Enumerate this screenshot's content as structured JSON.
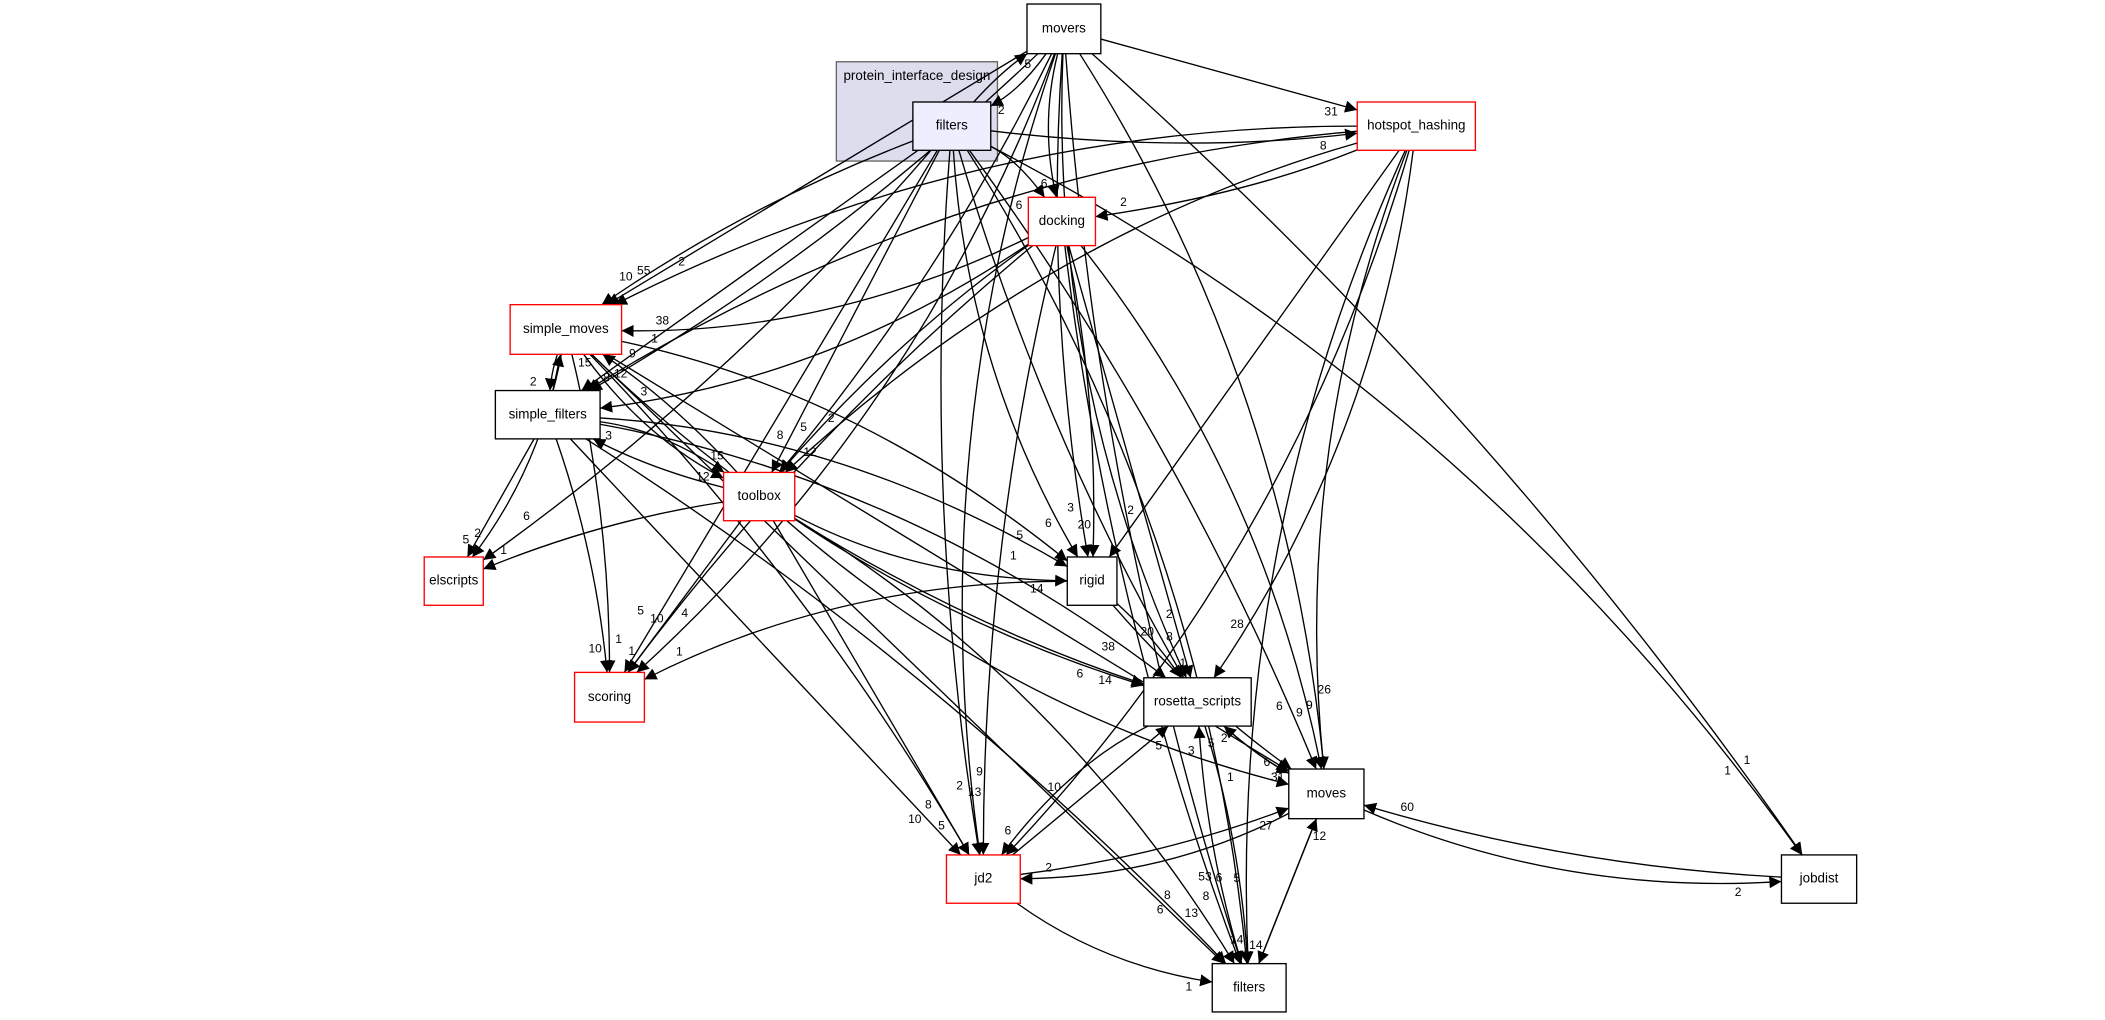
{
  "cluster": {
    "label": "protein_interface_design"
  },
  "colors": {
    "external_border": "#ff0000",
    "internal_border": "#000000",
    "cluster_fill": "#ddddee",
    "current_node_fill": "#eeeeff"
  },
  "nodes": [
    {
      "id": "movers",
      "label": "movers",
      "red": false
    },
    {
      "id": "pid_filters",
      "label": "filters",
      "red": false
    },
    {
      "id": "hotspot_hashing",
      "label": "hotspot_hashing",
      "red": true
    },
    {
      "id": "docking",
      "label": "docking",
      "red": true
    },
    {
      "id": "simple_moves",
      "label": "simple_moves",
      "red": true
    },
    {
      "id": "simple_filters",
      "label": "simple_filters",
      "red": false
    },
    {
      "id": "toolbox",
      "label": "toolbox",
      "red": true
    },
    {
      "id": "elscripts",
      "label": "elscripts",
      "red": true
    },
    {
      "id": "rigid",
      "label": "rigid",
      "red": false
    },
    {
      "id": "scoring",
      "label": "scoring",
      "red": true
    },
    {
      "id": "rosetta_scripts",
      "label": "rosetta_scripts",
      "red": false
    },
    {
      "id": "moves",
      "label": "moves",
      "red": false
    },
    {
      "id": "jd2",
      "label": "jd2",
      "red": true
    },
    {
      "id": "jobdist",
      "label": "jobdist",
      "red": false
    },
    {
      "id": "filters",
      "label": "filters",
      "red": false
    }
  ],
  "edges": [
    {
      "from": "movers",
      "to": "pid_filters",
      "label": "2"
    },
    {
      "from": "pid_filters",
      "to": "movers",
      "label": "5"
    },
    {
      "from": "movers",
      "to": "hotspot_hashing",
      "label": "31"
    },
    {
      "from": "pid_filters",
      "to": "hotspot_hashing",
      "label": "8"
    },
    {
      "from": "movers",
      "to": "docking",
      "label": "6"
    },
    {
      "from": "pid_filters",
      "to": "docking",
      "label": "6"
    },
    {
      "from": "hotspot_hashing",
      "to": "docking",
      "label": "2"
    },
    {
      "from": "movers",
      "to": "simple_moves",
      "label": "55"
    },
    {
      "from": "pid_filters",
      "to": "simple_moves",
      "label": "10"
    },
    {
      "from": "hotspot_hashing",
      "to": "simple_moves",
      "label": "2"
    },
    {
      "from": "docking",
      "to": "simple_moves",
      "label": "38"
    },
    {
      "from": "movers",
      "to": "simple_filters",
      "label": "9"
    },
    {
      "from": "pid_filters",
      "to": "simple_filters",
      "label": "12"
    },
    {
      "from": "simple_moves",
      "to": "simple_filters",
      "label": "2"
    },
    {
      "from": "hotspot_hashing",
      "to": "simple_filters",
      "label": "1"
    },
    {
      "from": "docking",
      "to": "simple_filters",
      "label": "3"
    },
    {
      "from": "toolbox",
      "to": "simple_filters",
      "label": "3"
    },
    {
      "from": "simple_filters",
      "to": "simple_moves",
      "label": "15"
    },
    {
      "from": "toolbox",
      "to": "simple_moves",
      "label": "8"
    },
    {
      "from": "simple_moves",
      "to": "toolbox",
      "label": "12"
    },
    {
      "from": "simple_filters",
      "to": "toolbox",
      "label": "15"
    },
    {
      "from": "movers",
      "to": "toolbox",
      "label": "5"
    },
    {
      "from": "pid_filters",
      "to": "toolbox",
      "label": "8"
    },
    {
      "from": "docking",
      "to": "toolbox",
      "label": "12"
    },
    {
      "from": "hotspot_hashing",
      "to": "toolbox",
      "label": "2"
    },
    {
      "from": "simple_moves",
      "to": "elscripts",
      "label": "2"
    },
    {
      "from": "pid_filters",
      "to": "elscripts",
      "label": "6"
    },
    {
      "from": "simple_filters",
      "to": "elscripts",
      "label": "5"
    },
    {
      "from": "toolbox",
      "to": "elscripts",
      "label": "1"
    },
    {
      "from": "pid_filters",
      "to": "rigid",
      "label": "6"
    },
    {
      "from": "simple_moves",
      "to": "rigid",
      "label": "5"
    },
    {
      "from": "docking",
      "to": "rigid",
      "label": "20"
    },
    {
      "from": "hotspot_hashing",
      "to": "rigid",
      "label": "2"
    },
    {
      "from": "movers",
      "to": "rigid",
      "label": "3"
    },
    {
      "from": "toolbox",
      "to": "rigid",
      "label": "14"
    },
    {
      "from": "simple_filters",
      "to": "rigid",
      "label": "1"
    },
    {
      "from": "simple_filters",
      "to": "scoring",
      "label": "10"
    },
    {
      "from": "toolbox",
      "to": "scoring",
      "label": "1"
    },
    {
      "from": "docking",
      "to": "scoring",
      "label": "10"
    },
    {
      "from": "rigid",
      "to": "scoring",
      "label": "1"
    },
    {
      "from": "movers",
      "to": "scoring",
      "label": "4"
    },
    {
      "from": "simple_moves",
      "to": "scoring",
      "label": "1"
    },
    {
      "from": "pid_filters",
      "to": "scoring",
      "label": "5"
    },
    {
      "from": "toolbox",
      "to": "rosetta_scripts",
      "label": "14"
    },
    {
      "from": "simple_moves",
      "to": "rosetta_scripts",
      "label": "6"
    },
    {
      "from": "simple_filters",
      "to": "rosetta_scripts",
      "label": "38"
    },
    {
      "from": "rigid",
      "to": "rosetta_scripts",
      "label": "1"
    },
    {
      "from": "docking",
      "to": "rosetta_scripts",
      "label": "8"
    },
    {
      "from": "pid_filters",
      "to": "rosetta_scripts",
      "label": "20"
    },
    {
      "from": "movers",
      "to": "rosetta_scripts",
      "label": "2"
    },
    {
      "from": "hotspot_hashing",
      "to": "rosetta_scripts",
      "label": "28"
    },
    {
      "from": "moves",
      "to": "rosetta_scripts",
      "label": "2"
    },
    {
      "from": "jd2",
      "to": "rosetta_scripts",
      "label": "5"
    },
    {
      "from": "rosetta_scripts",
      "to": "moves",
      "label": "31"
    },
    {
      "from": "toolbox",
      "to": "moves",
      "label": "1"
    },
    {
      "from": "docking",
      "to": "moves",
      "label": "9"
    },
    {
      "from": "pid_filters",
      "to": "moves",
      "label": "6"
    },
    {
      "from": "simple_moves",
      "to": "moves",
      "label": "5"
    },
    {
      "from": "rigid",
      "to": "moves",
      "label": "6"
    },
    {
      "from": "hotspot_hashing",
      "to": "moves",
      "label": "9"
    },
    {
      "from": "movers",
      "to": "moves",
      "label": "26"
    },
    {
      "from": "jobdist",
      "to": "moves",
      "label": "60"
    },
    {
      "from": "filters",
      "to": "moves",
      "label": "12"
    },
    {
      "from": "jd2",
      "to": "moves",
      "label": "27"
    },
    {
      "from": "moves",
      "to": "jobdist",
      "label": "2"
    },
    {
      "from": "pid_filters",
      "to": "jobdist",
      "label": "1"
    },
    {
      "from": "movers",
      "to": "jobdist",
      "label": "1"
    },
    {
      "from": "toolbox",
      "to": "jd2",
      "label": "5"
    },
    {
      "from": "docking",
      "to": "jd2",
      "label": "13"
    },
    {
      "from": "rosetta_scripts",
      "to": "jd2",
      "label": "6"
    },
    {
      "from": "hotspot_hashing",
      "to": "jd2",
      "label": "10"
    },
    {
      "from": "simple_moves",
      "to": "jd2",
      "label": "8"
    },
    {
      "from": "simple_filters",
      "to": "jd2",
      "label": "10"
    },
    {
      "from": "pid_filters",
      "to": "jd2",
      "label": "2"
    },
    {
      "from": "movers",
      "to": "jd2",
      "label": "9"
    },
    {
      "from": "moves",
      "to": "jd2",
      "label": "2"
    },
    {
      "from": "rosetta_scripts",
      "to": "filters",
      "label": "14"
    },
    {
      "from": "moves",
      "to": "filters",
      "label": "14"
    },
    {
      "from": "docking",
      "to": "filters",
      "label": "8"
    },
    {
      "from": "jd2",
      "to": "filters",
      "label": "1"
    },
    {
      "from": "toolbox",
      "to": "filters",
      "label": "13"
    },
    {
      "from": "simple_filters",
      "to": "filters",
      "label": "6"
    },
    {
      "from": "simple_moves",
      "to": "filters",
      "label": "8"
    },
    {
      "from": "movers",
      "to": "filters",
      "label": "53"
    },
    {
      "from": "hotspot_hashing",
      "to": "filters",
      "label": "5"
    },
    {
      "from": "pid_filters",
      "to": "filters",
      "label": "6"
    },
    {
      "from": "filters",
      "to": "rosetta_scripts",
      "label": "3"
    }
  ]
}
